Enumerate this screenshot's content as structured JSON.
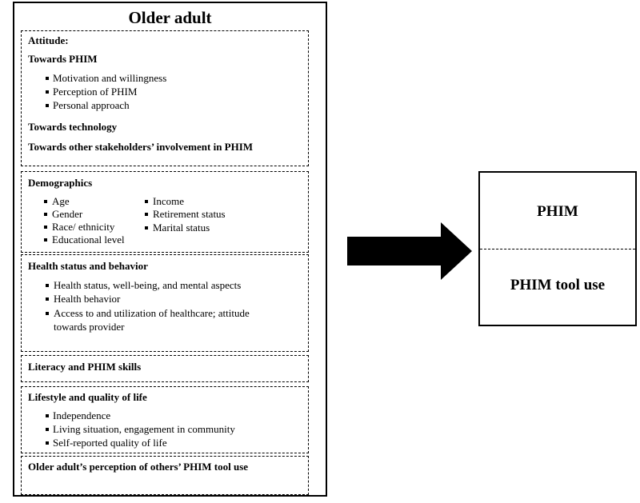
{
  "title": "Older adult",
  "attitude": {
    "heading": "Attitude:",
    "phim_heading": "Towards PHIM",
    "phim_items": [
      "Motivation and willingness",
      "Perception of PHIM",
      "Personal approach"
    ],
    "technology_heading": "Towards technology",
    "stakeholders_heading": "Towards other stakeholders’ involvement in PHIM"
  },
  "demographics": {
    "heading": "Demographics",
    "left_items": [
      "Age",
      "Gender",
      "Race/ ethnicity",
      "Educational level"
    ],
    "right_items": [
      "Income",
      "Retirement status",
      "Marital status"
    ]
  },
  "health": {
    "heading": "Health status and behavior",
    "items": [
      "Health status, well-being, and mental aspects",
      "Health behavior",
      "Access to and utilization of healthcare; attitude"
    ],
    "item_continuation": "towards provider"
  },
  "literacy": {
    "heading": "Literacy and PHIM skills"
  },
  "lifestyle": {
    "heading": "Lifestyle and quality of life",
    "items": [
      "Independence",
      "Living situation, engagement in community",
      "Self-reported quality of life"
    ]
  },
  "perception": {
    "heading": "Older adult’s perception of others’ PHIM tool use"
  },
  "outcome": {
    "top_label": "PHIM",
    "bottom_label": "PHIM tool use"
  }
}
